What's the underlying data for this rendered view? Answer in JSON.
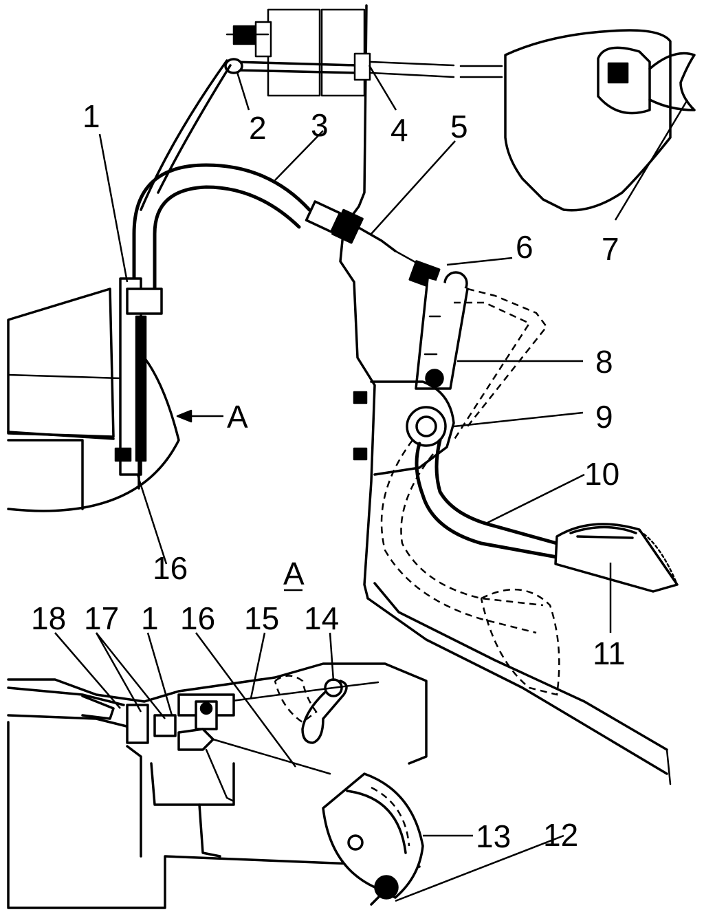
{
  "labels": {
    "l1": "1",
    "l2": "2",
    "l3": "3",
    "l4": "4",
    "l5": "5",
    "l6": "6",
    "l7": "7",
    "l8": "8",
    "l9": "9",
    "l10": "10",
    "l11": "11",
    "l12": "12",
    "l13": "13",
    "l14": "14",
    "l15": "15",
    "l16": "16",
    "l17": "17",
    "l18": "18",
    "l1b": "1",
    "view_arrow": "A",
    "view_title": "A"
  }
}
